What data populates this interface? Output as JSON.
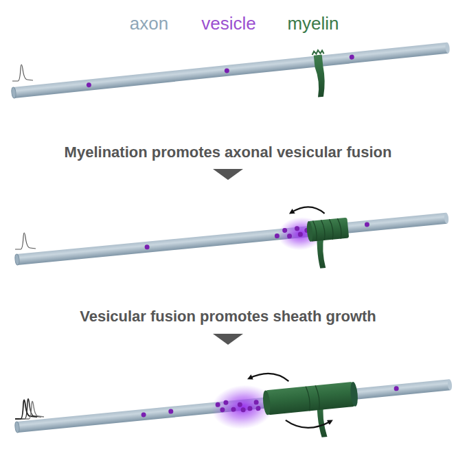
{
  "diagram": {
    "labels": [
      "axon",
      "vesicle",
      "myelin",
      "Myelination promotes axonal vesicular fusion",
      "Vesicular fusion promotes sheath growth"
    ]
  }
}
